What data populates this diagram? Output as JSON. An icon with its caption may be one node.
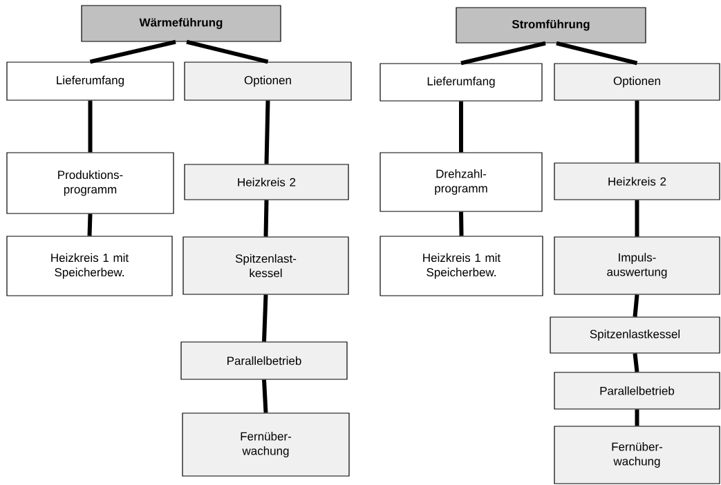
{
  "diagram": {
    "nodes": [
      {
        "text": [
          "Wärmeführung"
        ]
      },
      {
        "text": [
          "Lieferumfang"
        ]
      },
      {
        "text": [
          "Optionen"
        ]
      },
      {
        "text": [
          "Produktions- programm"
        ]
      },
      {
        "text": [
          "Heizkreis 1 mit Speicherbew."
        ]
      },
      {
        "text": [
          "Heizkreis 2"
        ]
      },
      {
        "text": [
          "Spitzenlast- kessel"
        ]
      },
      {
        "text": [
          "Parallelbetrieb"
        ]
      },
      {
        "text": [
          "Fernüber- wachung"
        ]
      },
      {
        "text": [
          "Stromführung"
        ]
      },
      {
        "text": [
          "Lieferumfang"
        ]
      },
      {
        "text": [
          "Optionen"
        ]
      },
      {
        "text": [
          "Drehzahl- programm"
        ]
      },
      {
        "text": [
          "Heizkreis 1 mit Speicherbew."
        ]
      },
      {
        "text": [
          "Heizkreis 2"
        ]
      },
      {
        "text": [
          "Impuls- auswertung"
        ]
      },
      {
        "text": [
          "Spitzenlastkessel"
        ]
      },
      {
        "text": [
          "Parallelbetrieb"
        ]
      },
      {
        "text": [
          "Fernüber- wachung"
        ]
      }
    ],
    "edges": [
      {
        "from": 0,
        "to": 1,
        "arrow": "none"
      },
      {
        "from": 0,
        "to": 2,
        "arrow": "none"
      },
      {
        "from": 1,
        "to": 3,
        "arrow": "none"
      },
      {
        "from": 3,
        "to": 4,
        "arrow": "none"
      },
      {
        "from": 2,
        "to": 5,
        "arrow": "none"
      },
      {
        "from": 5,
        "to": 6,
        "arrow": "none"
      },
      {
        "from": 6,
        "to": 7,
        "arrow": "none"
      },
      {
        "from": 7,
        "to": 8,
        "arrow": "none"
      },
      {
        "from": 9,
        "to": 10,
        "arrow": "none"
      },
      {
        "from": 9,
        "to": 11,
        "arrow": "none"
      },
      {
        "from": 10,
        "to": 12,
        "arrow": "none"
      },
      {
        "from": 12,
        "to": 13,
        "arrow": "none"
      },
      {
        "from": 11,
        "to": 14,
        "arrow": "none"
      },
      {
        "from": 14,
        "to": 15,
        "arrow": "none"
      },
      {
        "from": 15,
        "to": 16,
        "arrow": "none"
      },
      {
        "from": 16,
        "to": 17,
        "arrow": "none"
      },
      {
        "from": 17,
        "to": 18,
        "arrow": "none"
      }
    ]
  }
}
